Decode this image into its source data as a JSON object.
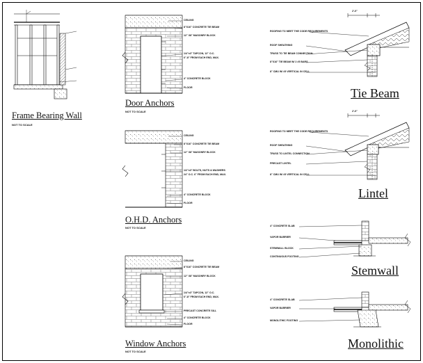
{
  "frame_bearing_wall": {
    "title": "Frame Bearing Wall",
    "scale": "NOT TO SCALE"
  },
  "door_anchors": {
    "title": "Door Anchors",
    "scale": "NOT TO SCALE",
    "notes": {
      "ceiling": "CEILING",
      "tie_beam": "8\"X16\" CONCRETE TIE BEAM",
      "block": "12\" X8\" MASONRY BLOCK",
      "anchor": "1/4\"x3\" TAPCON, 12\" O.C.",
      "anchor_2": "6\"-8\" FROM EACH END, MAX.",
      "floor": "FLOOR",
      "slab": "4\" CONCRETE BLOCK"
    }
  },
  "ohd_anchors": {
    "title": "O.H.D. Anchors",
    "scale": "NOT TO SCALE",
    "notes": {
      "ceiling": "CEILING",
      "tie_beam": "8\"X16\" CONCRETE TIE BEAM",
      "block": "12\" X8\" MASONRY BLOCK",
      "anchor": "1/2\"x3\" BOLTS, NUTS & WASHERS",
      "anchor_2": "24\" O.C. 6\" FROM EACH END, MAX.",
      "slab": "4\" CONCRETE BLOCK",
      "floor": "FLOOR"
    }
  },
  "window_anchors": {
    "title": "Window Anchors",
    "scale": "NOT TO SCALE",
    "notes": {
      "ceiling": "CEILING",
      "tie_beam": "8\"X16\" CONCRETE TIE BEAM",
      "block": "12\" X8\" MASONRY BLOCK",
      "anchor": "1/4\"x3\" TAPCON, 12\" O.C.",
      "anchor_2": "6\"-8\" FROM EACH END, MAX.",
      "sill": "PRECAST CONCRETE SILL",
      "slab": "4\" CONCRETE BLOCK",
      "floor": "FLOOR"
    }
  },
  "tie_beam": {
    "title": "Tie Beam",
    "dimension": "2'-0\"",
    "notes": [
      "ROOFING TO MEET THE CODE REQUIREMENTS",
      "ROOF SHEATHING",
      "TRUSS TO TIE BEAM CONNECTION",
      "8\"X16\" TIE BEAM W/ 2 #5 BARS",
      "8\" CMU W/ #5 VERTICAL IN CELL"
    ]
  },
  "lintel": {
    "title": "Lintel",
    "dimension": "2'-0\"",
    "notes": [
      "ROOFING TO MEET THE CODE REQUIREMENTS",
      "ROOF SHEATHING",
      "TRUSS TO LINTEL CONNECTION",
      "PRECAST LINTEL",
      "8\" CMU W/ #5 VERTICAL IN CELL"
    ]
  },
  "stemwall": {
    "title": "Stemwall",
    "notes": [
      "4\" CONCRETE SLAB",
      "VAPOR BARRIER",
      "STEMWALL BLOCK",
      "CONTINUOUS FOOTING"
    ]
  },
  "monolithic": {
    "title": "Monolithic",
    "notes": [
      "4\" CONCRETE SLAB",
      "VAPOR BARRIER",
      "MONOLITHIC FOOTING"
    ]
  }
}
